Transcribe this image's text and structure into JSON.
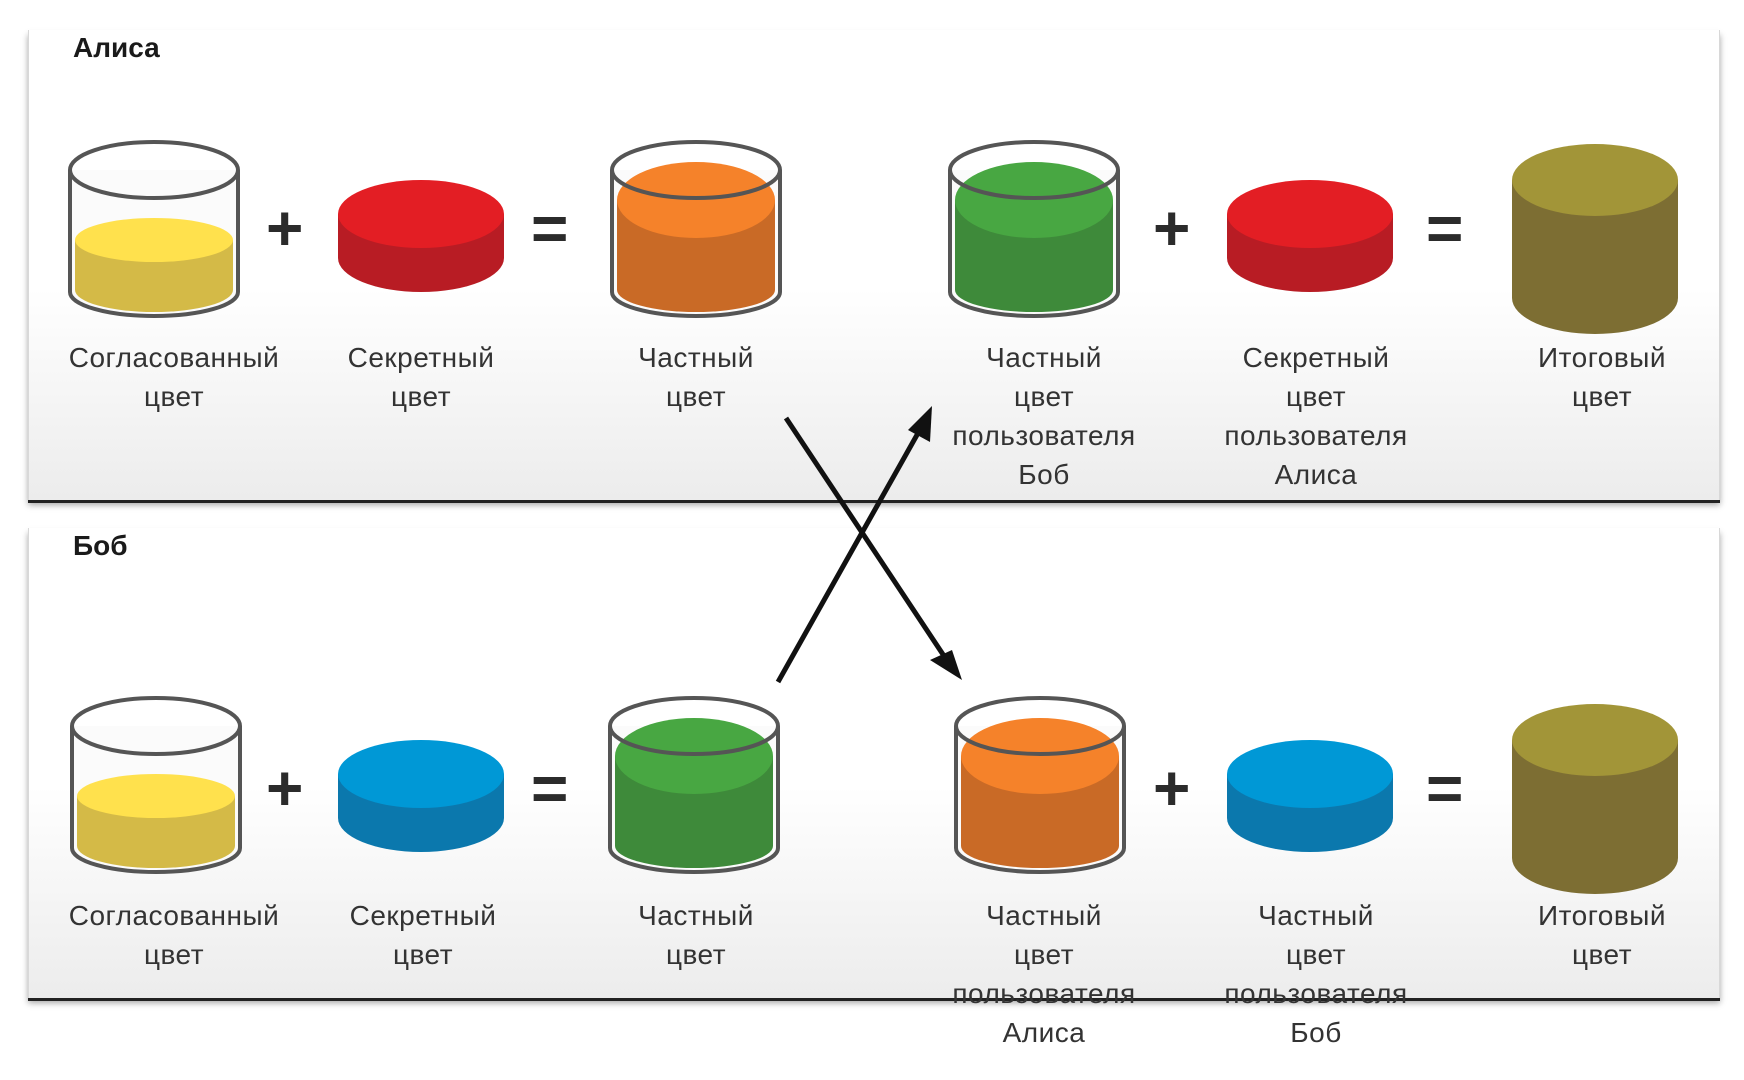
{
  "alice_panel": {
    "title": "Алиса",
    "labels": [
      [
        "Согласованный",
        "цвет"
      ],
      [
        "Секретный",
        "цвет"
      ],
      [
        "Частный",
        "цвет"
      ],
      [
        "Частный",
        "цвет",
        "пользователя",
        "Боб"
      ],
      [
        "Секретный",
        "цвет",
        "пользователя",
        "Алиса"
      ],
      [
        "Итоговый",
        "цвет"
      ]
    ],
    "plus": "+",
    "equals": "="
  },
  "bob_panel": {
    "title": "Боб",
    "labels": [
      [
        "Согласованный",
        "цвет"
      ],
      [
        "Секретный",
        "цвет"
      ],
      [
        "Частный",
        "цвет"
      ],
      [
        "Частный",
        "цвет",
        "пользователя",
        "Алиса"
      ],
      [
        "Частный",
        "цвет",
        "пользователя",
        "Боб"
      ],
      [
        "Итоговый",
        "цвет"
      ]
    ],
    "plus": "+",
    "equals": "="
  },
  "colors": {
    "agreed_yellow": "#FFE14D",
    "alice_secret_red": "#E31E24",
    "bob_secret_blue": "#0098D6",
    "alice_private_orange": "#F5822A",
    "bob_private_green": "#48A742",
    "final_olive": "#A29538"
  }
}
